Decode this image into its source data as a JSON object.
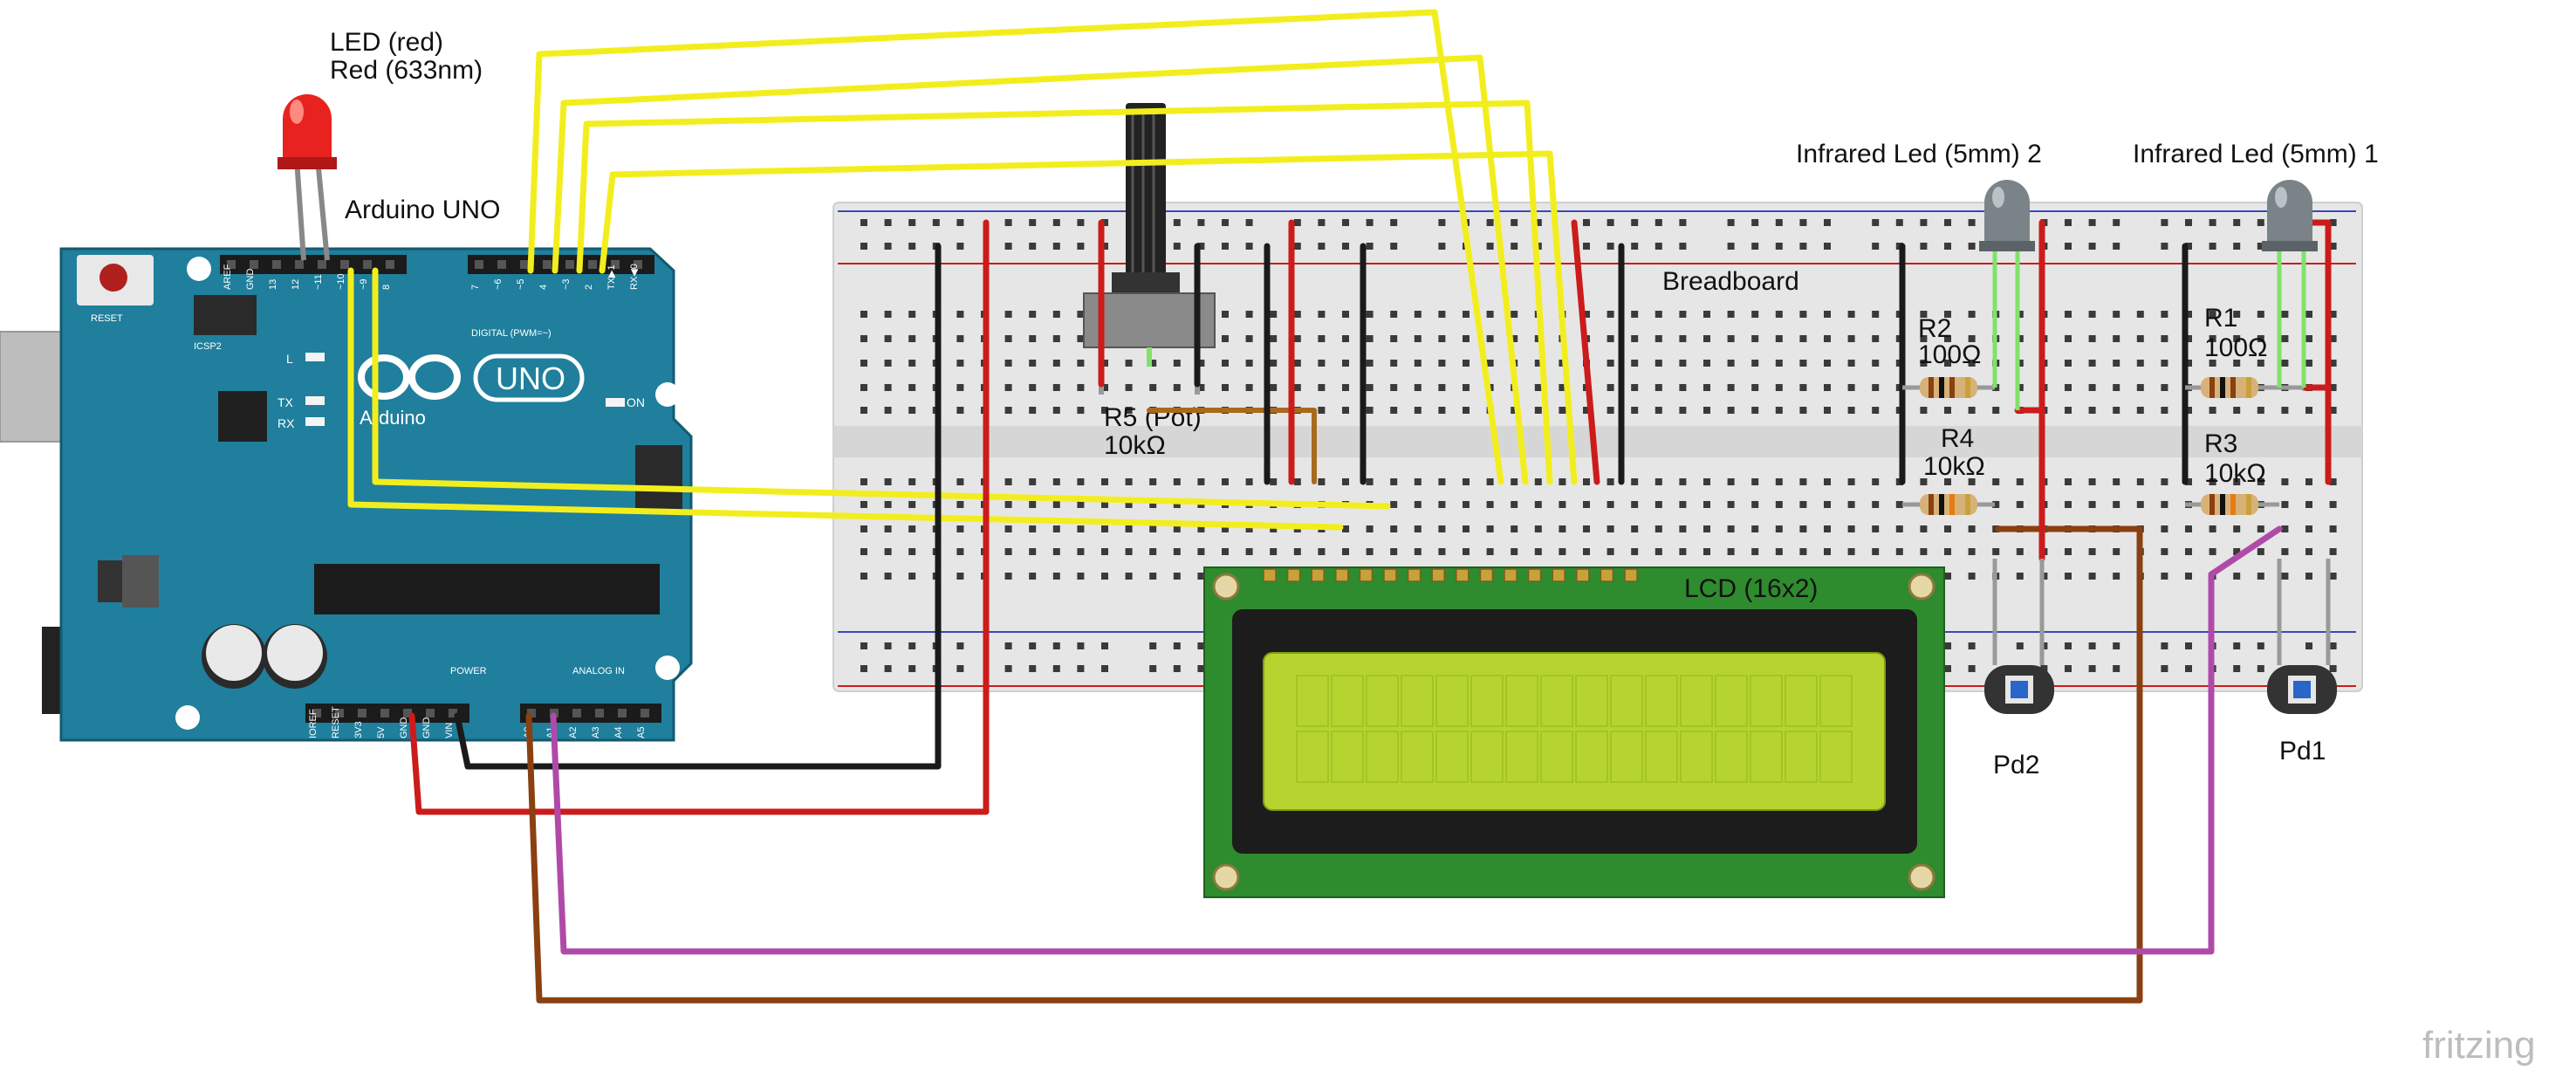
{
  "labels": {
    "led_name": "LED (red)",
    "led_color": "Red (633nm)",
    "arduino": "Arduino UNO",
    "pot_name": "R5 (Pot)",
    "pot_value": "10kΩ",
    "breadboard": "Breadboard",
    "lcd": "LCD (16x2)",
    "ir_led_2": "Infrared Led (5mm) 2",
    "ir_led_1": "Infrared Led (5mm) 1",
    "r2_name": "R2",
    "r2_value": "100Ω",
    "r4_name": "R4",
    "r4_value": "10kΩ",
    "r1_name": "R1",
    "r1_value": "100Ω",
    "r3_name": "R3",
    "r3_value": "10kΩ",
    "pd2": "Pd2",
    "pd1": "Pd1",
    "watermark": "fritzing"
  },
  "board": {
    "reset": "RESET",
    "icsp": "ICSP2",
    "digital": "DIGITAL (PWM=~)",
    "uno": "UNO",
    "brand": "Arduino",
    "power": "POWER",
    "analog": "ANALOG IN",
    "tx": "TX",
    "rx": "RX",
    "l": "L",
    "on": "ON",
    "top_pins": [
      "AREF",
      "GND",
      "13",
      "12",
      "~11",
      "~10",
      "~9",
      "8"
    ],
    "top_pins_2": [
      "7",
      "~6",
      "~5",
      "4",
      "~3",
      "2",
      "TX▶1",
      "RX◀0"
    ],
    "bottom_pins": [
      "IOREF",
      "RESET",
      "3V3",
      "5V",
      "GND",
      "GND",
      "VIN"
    ],
    "analog_pins": [
      "A0",
      "A1",
      "A2",
      "A3",
      "A4",
      "A5"
    ]
  },
  "colors": {
    "arduino_board": "#1f7f9c",
    "lcd_pcb": "#2e8b2e",
    "lcd_screen": "#b5d430",
    "wire_yellow": "#f2ee1e",
    "wire_red": "#cc1b1b",
    "wire_black": "#1a1a1a",
    "wire_brown": "#8a4010",
    "wire_purple": "#b04aa8"
  }
}
